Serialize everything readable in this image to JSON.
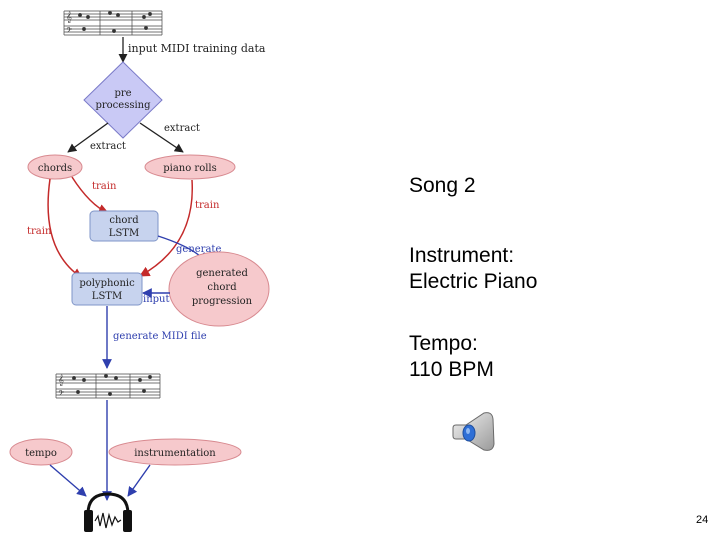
{
  "diagram": {
    "input_label": "input MIDI training data",
    "preprocess_line1": "pre",
    "preprocess_line2": "processing",
    "extract_right": "extract",
    "extract_left": "extract",
    "chords": "chords",
    "piano_rolls": "piano rolls",
    "train_1": "train",
    "train_2": "train",
    "train_3": "train",
    "chord_lstm_line1": "chord",
    "chord_lstm_line2": "LSTM",
    "generate": "generate",
    "poly_lstm_line1": "polyphonic",
    "poly_lstm_line2": "LSTM",
    "input": "input",
    "gen_line1": "generated",
    "gen_line2": "chord",
    "gen_line3": "progression",
    "generate_midi": "generate MIDI file",
    "tempo": "tempo",
    "instrumentation": "instrumentation"
  },
  "side": {
    "title": "Song 2",
    "instrument": "Instrument:\nElectric Piano",
    "tempo": "Tempo:\n110 BPM"
  },
  "page_number": "24",
  "icons": {
    "speaker": "speaker-icon",
    "headphones": "headphones-icon"
  },
  "colors": {
    "diamond": "#c9c9f5",
    "box": "#c7d3ee",
    "ellipse": "#f6c9cc",
    "red_arrow": "#c42a2a",
    "blue_arrow": "#2f3fae"
  }
}
